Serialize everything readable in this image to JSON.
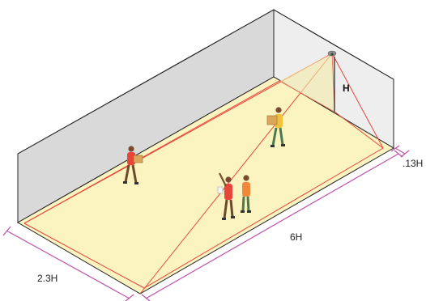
{
  "labels": {
    "height": "H",
    "length": "6H",
    "width": "2.3H",
    "offset": ".13H"
  },
  "colors": {
    "floor": "#fbf3c0",
    "wall": "#d9d9d9",
    "wall_right": "#efefef",
    "outline": "#222222",
    "coverage_line": "#e8463a",
    "dimension": "#c04fae"
  },
  "people": [
    {
      "name": "worker-carrying-box-left",
      "pose": "carrying-box"
    },
    {
      "name": "worker-carrying-box-back",
      "pose": "carrying-box"
    },
    {
      "name": "person-pointing",
      "pose": "pointing"
    },
    {
      "name": "person-standing",
      "pose": "standing"
    }
  ]
}
